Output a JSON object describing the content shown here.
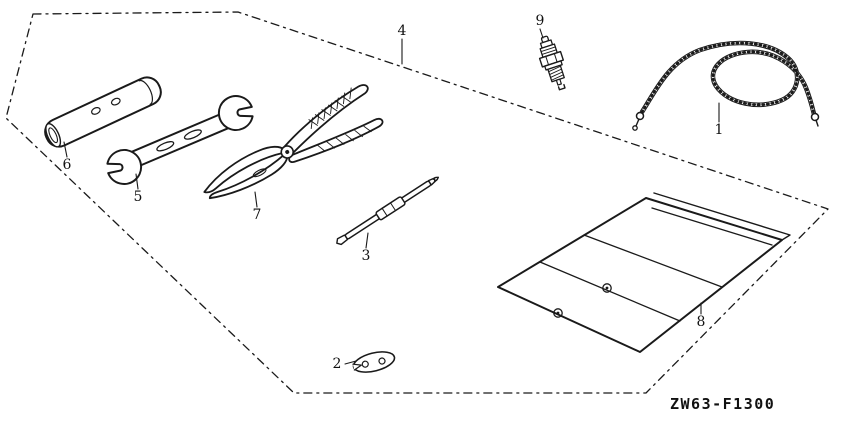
{
  "diagram": {
    "code": "ZW63-F1300",
    "background": "#ffffff",
    "line_color": "#1a1a1a",
    "labels": [
      {
        "text": "1",
        "part": "starter-rope"
      },
      {
        "text": "2",
        "part": "clip"
      },
      {
        "text": "3",
        "part": "screwdriver"
      },
      {
        "text": "4",
        "part": "tool-kit-outline"
      },
      {
        "text": "5",
        "part": "open-end-wrench"
      },
      {
        "text": "6",
        "part": "box-socket-wrench"
      },
      {
        "text": "7",
        "part": "pliers"
      },
      {
        "text": "8",
        "part": "tool-pouch"
      },
      {
        "text": "9",
        "part": "spark-plug"
      }
    ]
  }
}
